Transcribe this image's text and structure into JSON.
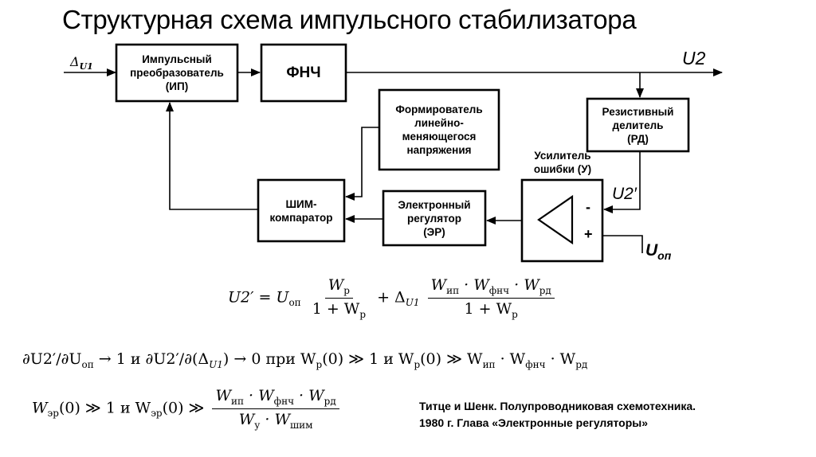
{
  "title": "Структурная схема импульсного стабилизатора",
  "signals": {
    "input": "Δ",
    "input_sub": "U1",
    "output": "U2",
    "feedback": "U2′",
    "reference": "U",
    "reference_sub": "оп"
  },
  "blocks": {
    "ip": [
      "Импульсный",
      "преобразователь",
      "(ИП)"
    ],
    "fnch": [
      "ФНЧ"
    ],
    "former": [
      "Формирователь",
      "линейно-",
      "меняющегося",
      "напряжения"
    ],
    "divider": [
      "Резистивный",
      "делитель",
      "(РД)"
    ],
    "amp_label": [
      "Усилитель",
      "ошибки (У)"
    ],
    "pwm": [
      "ШИМ-",
      "компаратор"
    ],
    "er": [
      "Электронный",
      "регулятор",
      "(ЭР)"
    ]
  },
  "amp_inputs": {
    "minus": "-",
    "plus": "+"
  },
  "formulas": {
    "f1": {
      "lhs": "U2′ = U",
      "lhs_sub": "оп",
      "frac1_num": "W",
      "frac1_num_sub": "р",
      "frac1_den": "1 + W",
      "frac1_den_sub": "р",
      "mid": "+ Δ",
      "mid_sub": "U1",
      "frac2_num": "W",
      "frac2_num_sub1": "ип",
      "frac2_num_mid1": " · W",
      "frac2_num_sub2": "фнч",
      "frac2_num_mid2": " · W",
      "frac2_num_sub3": "рд",
      "frac2_den": "1 + W",
      "frac2_den_sub": "р"
    },
    "f2": {
      "a": "∂U2′/∂U",
      "a_sub": "оп",
      "b": " → 1  и  ∂U2′/∂(Δ",
      "b_sub": "U1",
      "c": ") → 0    при  W",
      "c_sub": "р",
      "d": "(0) ≫ 1 и W",
      "d_sub": "р",
      "e": "(0) ≫ W",
      "e_sub": "ип",
      "f": " · W",
      "f_sub": "фнч",
      "g": " · W",
      "g_sub": "рд"
    },
    "f3": {
      "a": "W",
      "a_sub": "эр",
      "b": "(0) ≫ 1 и W",
      "b_sub": "эр",
      "c": "(0) ≫",
      "num": "W",
      "num_sub1": "ип",
      "num_mid1": " · W",
      "num_sub2": "фнч",
      "num_mid2": " · W",
      "num_sub3": "рд",
      "den": "W",
      "den_sub1": "у",
      "den_mid": " · W",
      "den_sub2": "шим"
    }
  },
  "reference_lines": [
    "Титце и Шенк. Полупроводниковая схемотехника.",
    "1980 г. Глава «Электронные регуляторы»"
  ]
}
